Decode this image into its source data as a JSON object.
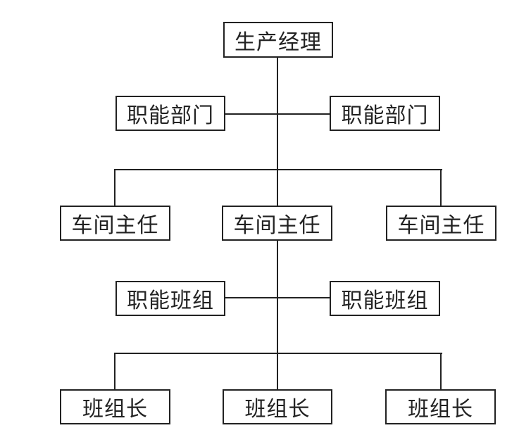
{
  "diagram": {
    "type": "org-chart",
    "description": "line-staff production organization chart",
    "colors": {
      "background": "#ffffff",
      "line": "#222222",
      "text": "#222222"
    },
    "nodes": {
      "production_manager": "生产经理",
      "functional_dept_left": "职能部门",
      "functional_dept_right": "职能部门",
      "workshop_director_left": "车间主任",
      "workshop_director_center": "车间主任",
      "workshop_director_right": "车间主任",
      "functional_team_left": "职能班组",
      "functional_team_right": "职能班组",
      "team_leader_left": "班组长",
      "team_leader_center": "班组长",
      "team_leader_right": "班组长"
    },
    "hierarchy": {
      "level1": [
        "production_manager"
      ],
      "level2_staff": [
        "functional_dept_left",
        "functional_dept_right"
      ],
      "level3": [
        "workshop_director_left",
        "workshop_director_center",
        "workshop_director_right"
      ],
      "level4_staff": [
        "functional_team_left",
        "functional_team_right"
      ],
      "level5": [
        "team_leader_left",
        "team_leader_center",
        "team_leader_right"
      ]
    }
  }
}
